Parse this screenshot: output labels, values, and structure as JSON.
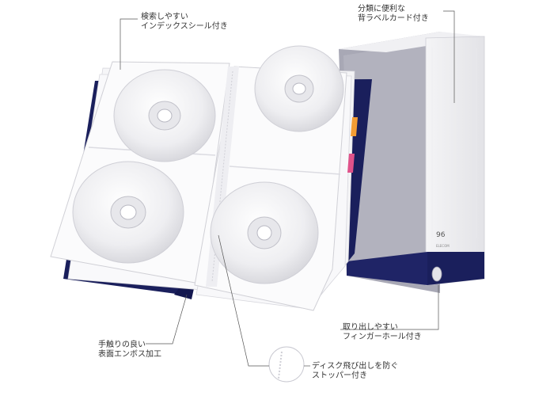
{
  "callouts": {
    "index_seal": {
      "line1": "検索しやすい",
      "line2": "インデックスシール付き"
    },
    "spine_label": {
      "line1": "分類に便利な",
      "line2": "背ラベルカード付き"
    },
    "finger_hole": {
      "line1": "取り出しやすい",
      "line2": "フィンガーホール付き"
    },
    "emboss": {
      "line1": "手触りの良い",
      "line2": "表面エンボス加工"
    },
    "stopper": {
      "line1": "ディスク飛び出しを防ぐ",
      "line2": "ストッパー付き"
    }
  },
  "product": {
    "spine_number": "96",
    "spine_brand": "ELECOM",
    "colors": {
      "cover": "#1a1f5c",
      "box": "#e8e8ec",
      "box_side": "#9a9aa8",
      "index_green": "#7cc342",
      "index_orange": "#f39c34",
      "index_pink": "#e0528a",
      "disc": "#f2f2f4"
    }
  }
}
